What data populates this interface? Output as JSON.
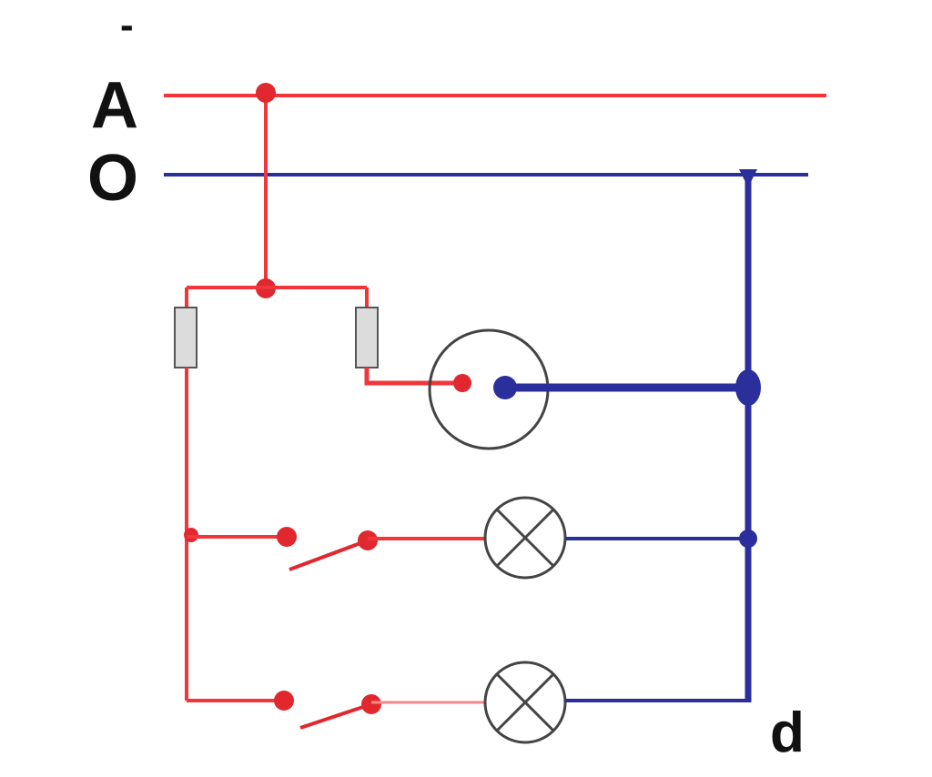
{
  "labels": {
    "top_mark": "-",
    "phase": "A",
    "neutral": "O",
    "corner": "d"
  },
  "colors": {
    "phase_wire": "#f0353b",
    "neutral_wire": "#2a2f9c",
    "component_outline": "#444444",
    "fuse_fill": "#dcdcdc",
    "background": "#ffffff"
  },
  "components": {
    "fuses": [
      "fuse",
      "fuse"
    ],
    "socket": "socket",
    "switches": [
      "switch",
      "switch"
    ],
    "lamps": [
      "lamp",
      "lamp"
    ]
  }
}
